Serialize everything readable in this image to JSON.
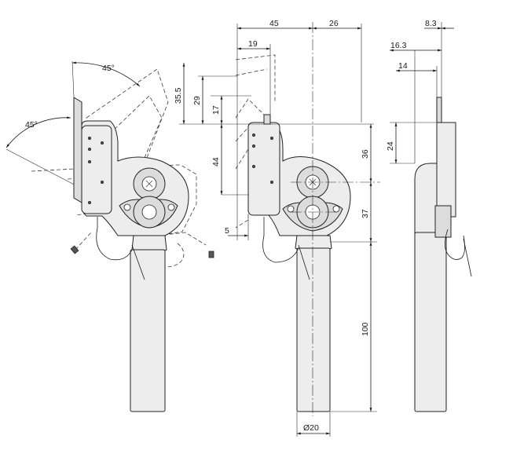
{
  "dimensions": {
    "side_angle_top": "45°",
    "side_angle_left": "45°",
    "front_width_left": "45",
    "front_width_right": "26",
    "front_offset_19": "19",
    "front_height_35_5": "35.5",
    "front_height_29": "29",
    "front_height_17": "17",
    "front_height_44": "44",
    "front_offset_5": "5",
    "front_height_36": "36",
    "front_height_37": "37",
    "front_height_100": "100",
    "front_diameter": "Ø20",
    "profile_8_3": "8.3",
    "profile_16_3": "16.3",
    "profile_14": "14",
    "profile_24": "24"
  },
  "colors": {
    "line": "#1a1a1a",
    "body_fill": "#ededed",
    "shaft_fill": "#e8e8e8"
  }
}
